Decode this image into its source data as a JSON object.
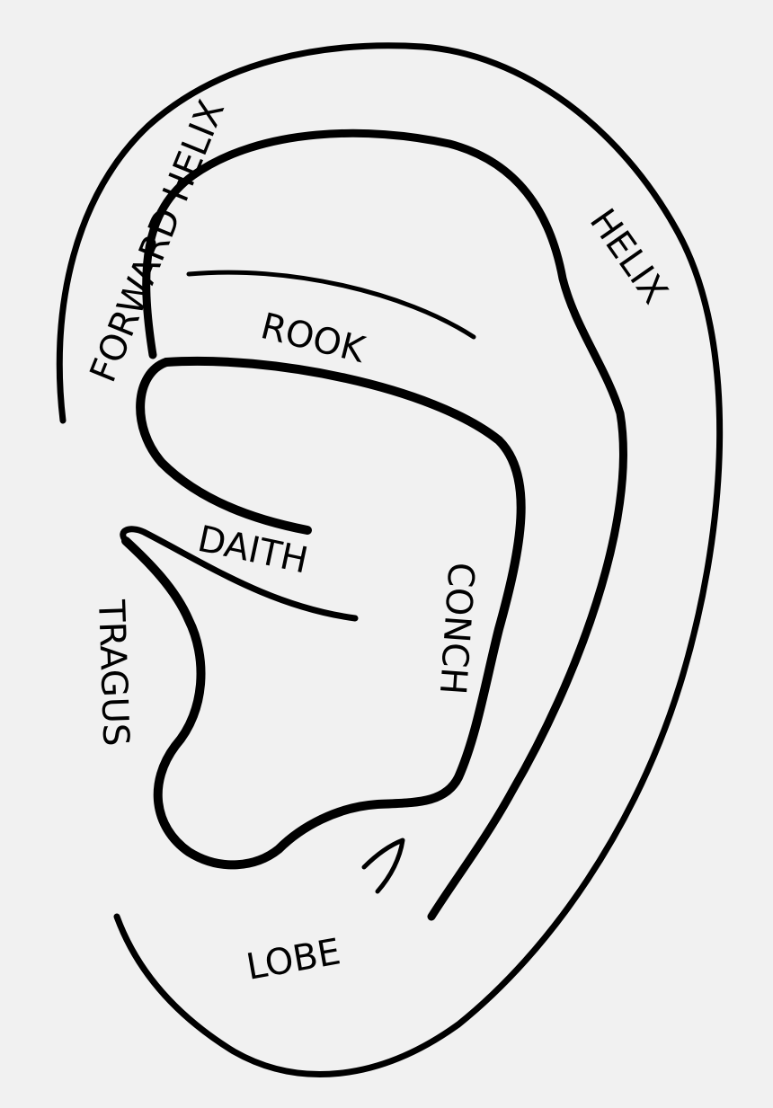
{
  "background_color": "#f1f1f1",
  "line_color": "#000000",
  "labels": {
    "forward_helix": "FORWARD HELIX",
    "helix": "HELIX",
    "rook": "ROOK",
    "daith": "DAITH",
    "conch": "CONCH",
    "tragus": "TRAGUS",
    "lobe": "LOBE"
  }
}
